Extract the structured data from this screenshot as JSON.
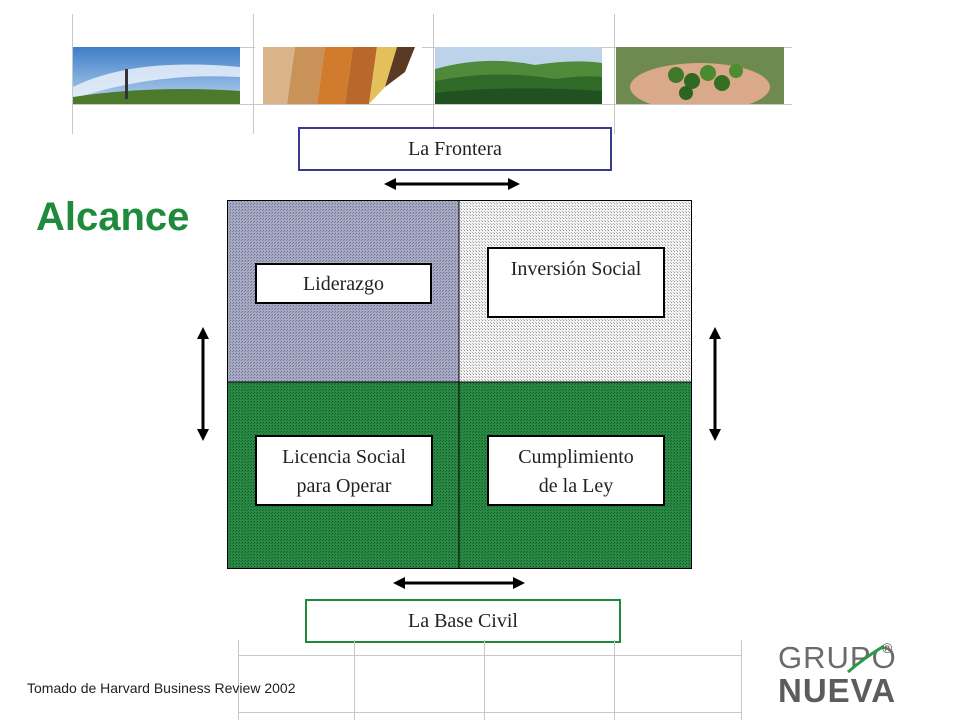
{
  "title": "Alcance",
  "top_label": "La Frontera",
  "bottom_label": "La Base Civil",
  "quadrants": {
    "top_left": "Liderazgo",
    "top_right": "Inversión Social",
    "bottom_left_line1": "Licencia Social",
    "bottom_left_line2": "para Operar",
    "bottom_right_line1": "Cumplimiento",
    "bottom_right_line2": "de la Ley"
  },
  "credit": "Tomado de Harvard Business Review 2002",
  "logo": {
    "line1": "GRUPO",
    "line2": "NUEVA",
    "mark": "®"
  },
  "colors": {
    "title_green": "#1e8a3c",
    "quad_green": "#1f7a3a",
    "quad_blue_gray": "#8f94b0",
    "frontera_border": "#3a3a8c",
    "base_border": "#1e8a3c"
  },
  "photos": [
    "windmill-photo",
    "wood-panels-photo",
    "forest-hills-photo",
    "hands-fruit-photo"
  ]
}
